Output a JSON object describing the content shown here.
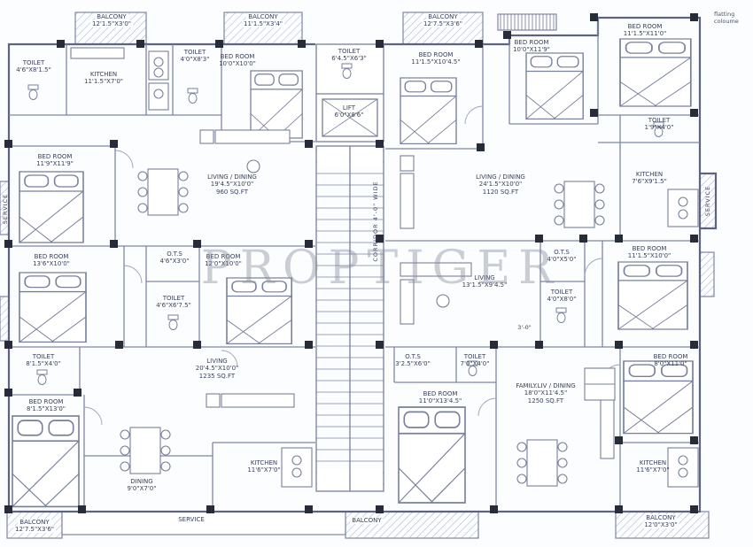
{
  "annotations": {
    "watermark": "PROPTIGER",
    "corridor": "CORRIDOR 4'-0\" WIDE",
    "dim_note": "3'-0\"",
    "corner_note_1": "flatting",
    "corner_note_2": "coloume",
    "service_left": "SERVICE"
  },
  "rooms": {
    "balcony_tl": {
      "name": "BALCONY",
      "dim": "12'1.5\"X3'0\""
    },
    "toilet_tl": {
      "name": "TOILET",
      "dim": "4'6\"X8'1.5\""
    },
    "kitchen_tl": {
      "name": "KITCHEN",
      "dim": "11'1.5\"X7'0\""
    },
    "toilet_t2": {
      "name": "TOILET",
      "dim": "4'0\"X8'3\""
    },
    "balcony_t2": {
      "name": "BALCONY",
      "dim": "11'1.5\"X3'4\""
    },
    "bedroom_t1": {
      "name": "BED ROOM",
      "dim": "10'0\"X10'0\""
    },
    "toilet_ct": {
      "name": "TOILET",
      "dim": "6'4.5\"X6'3\""
    },
    "lift": {
      "name": "LIFT",
      "dim": "6'0\"X8'6\""
    },
    "balcony_t3": {
      "name": "BALCONY",
      "dim": "12'7.5\"X3'6\""
    },
    "bedroom_t2": {
      "name": "BED ROOM",
      "dim": "11'1.5\"X10'4.5\""
    },
    "bedroom_t3": {
      "name": "BED ROOM",
      "dim": "10'0\"X11'9\""
    },
    "bedroom_tr": {
      "name": "BED ROOM",
      "dim": "11'1.5\"X11'0\""
    },
    "toilet_tr": {
      "name": "TOILET",
      "dim": "1'9\"X4'0\""
    },
    "bedroom_ml": {
      "name": "BED ROOM",
      "dim": "11'9\"X11'9\""
    },
    "living1": {
      "name": "LIVING / DINING",
      "dim": "19'4.5\"X10'0\"",
      "area": "960 SQ.FT"
    },
    "living2": {
      "name": "LIVING / DINING",
      "dim": "24'1.5\"X10'0\"",
      "area": "1120 SQ.FT"
    },
    "kitchen_r": {
      "name": "KITCHEN",
      "dim": "7'6\"X9'1.5\""
    },
    "service_r": {
      "name": "SERVICE"
    },
    "bedroom_ml2": {
      "name": "BED ROOM",
      "dim": "13'6\"X10'0\""
    },
    "ots_c": {
      "name": "O.T.S",
      "dim": "4'6\"X3'0\""
    },
    "bedroom_c": {
      "name": "BED ROOM",
      "dim": "12'0\"X10'0\""
    },
    "toilet_c": {
      "name": "TOILET",
      "dim": "4'6\"X6'7.5\""
    },
    "living_c": {
      "name": "LIVING",
      "dim": "13'1.5\"X9'4.5\""
    },
    "ots_r": {
      "name": "O.T.S",
      "dim": "4'0\"X5'0\""
    },
    "toilet_cr": {
      "name": "TOILET",
      "dim": "4'0\"X8'0\""
    },
    "bedroom_mr": {
      "name": "BED ROOM",
      "dim": "11'1.5\"X10'0\""
    },
    "toilet_bl": {
      "name": "TOILET",
      "dim": "8'1.5\"X4'0\""
    },
    "bedroom_bl": {
      "name": "BED ROOM",
      "dim": "8'1.5\"X13'0\""
    },
    "living_b": {
      "name": "LIVING",
      "dim": "20'4.5\"X10'0\"",
      "area": "1235 SQ.FT"
    },
    "ots_b": {
      "name": "O.T.S",
      "dim": "3'2.5\"X6'0\""
    },
    "toilet_b": {
      "name": "TOILET",
      "dim": "7'0\"X4'0\""
    },
    "bedroom_bc": {
      "name": "BED ROOM",
      "dim": "11'0\"X13'4.5\""
    },
    "family": {
      "name": "FAMILY.LIV / DINING",
      "dim": "18'0\"X11'4.5\"",
      "area": "1250 SQ.FT"
    },
    "bedroom_br": {
      "name": "BED ROOM",
      "dim": "8'0\"X11'0\""
    },
    "dining_b": {
      "name": "DINING",
      "dim": "9'0\"X7'0\""
    },
    "kitchen_b1": {
      "name": "KITCHEN",
      "dim": "11'6\"X7'0\""
    },
    "kitchen_b2": {
      "name": "KITCHEN",
      "dim": "11'6\"X7'0\""
    },
    "service_b": {
      "name": "SERVICE"
    },
    "balcony_bl": {
      "name": "BALCONY",
      "dim": "12'7.5\"X3'6\""
    },
    "balcony_bc": {
      "name": "BALCONY"
    },
    "balcony_br": {
      "name": "BALCONY",
      "dim": "12'0\"X3'0\""
    }
  }
}
